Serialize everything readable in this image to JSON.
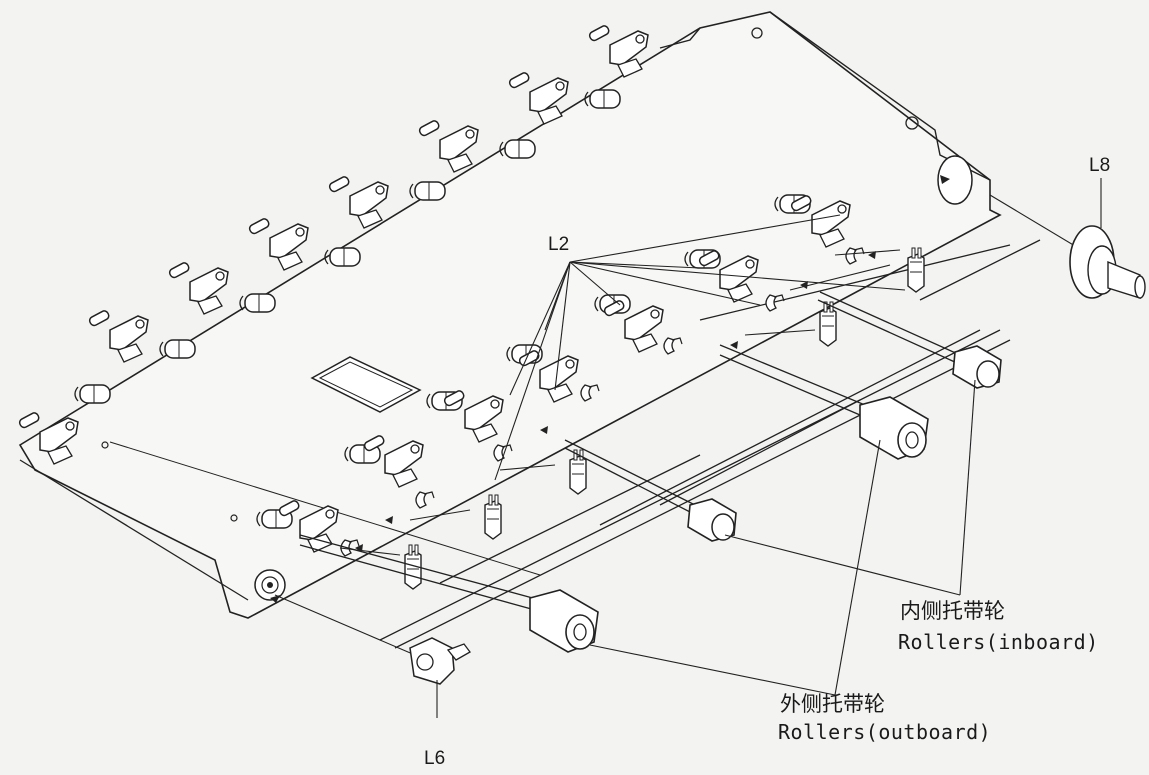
{
  "part_labels": {
    "l2": "L2",
    "l6": "L6",
    "l8": "L8"
  },
  "callouts": {
    "inboard": {
      "chinese": "内侧托带轮",
      "english": "Rollers(inboard)"
    },
    "outboard": {
      "chinese": "外侧托带轮",
      "english": "Rollers(outboard)"
    }
  },
  "colors": {
    "paper": "#f3f3f1",
    "ink": "#1a1a1a"
  },
  "icons": [
    "suspension-arm-icon",
    "roller-icon",
    "bracket-icon",
    "idler-wheel-icon",
    "sprocket-mount-icon"
  ]
}
